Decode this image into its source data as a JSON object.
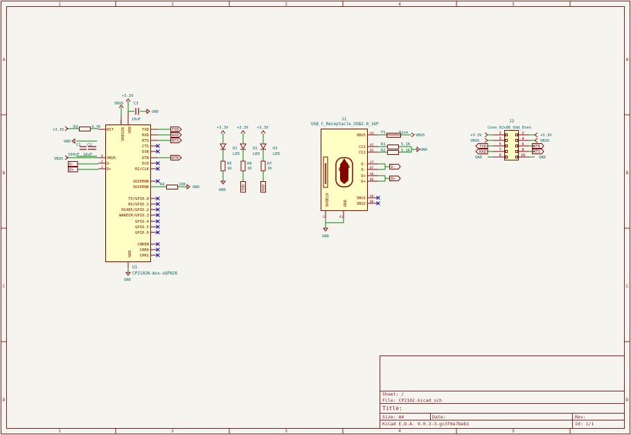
{
  "frame": {
    "columns": [
      "1",
      "2",
      "3",
      "4",
      "5"
    ],
    "rows": [
      "A",
      "B",
      "C",
      "D"
    ]
  },
  "title_block": {
    "sheet": "Sheet: /",
    "file": "File: CP2102.kicad_sch",
    "title": "Title:",
    "size": "Size: A4",
    "date": "Date:",
    "rev": "Rev:",
    "tool": "KiCad E.D.A. 9.0.3-3-gc3f6e7beb1",
    "id": "Id: 1/1"
  },
  "u1": {
    "ref": "U1",
    "value": "CP2102N-Axx-xQFN28",
    "top_pins": [
      "VREGIN",
      "VDD"
    ],
    "left_pins": [
      "RST",
      "VBUS",
      "D-",
      "D+"
    ],
    "left_pin_numbers": [
      "9",
      "8",
      "4",
      "3"
    ],
    "right_pins": [
      "TXD",
      "RXD",
      "RTS",
      "CTS",
      "DSR",
      "DTR",
      "DCD",
      "RI/CLK",
      "SUSPEND",
      "SUSPEND",
      "TX/GPIO.0",
      "RX/GPIO.1",
      "RS485/GPIO.2",
      "WAKEUP/GPIO.3",
      "GPIO.4",
      "GPIO.5",
      "GPIO.6",
      "CHREN",
      "CHR0",
      "CHR1"
    ],
    "gnd_pin": "GND"
  },
  "power": {
    "v33": "+3.3V",
    "vbus": "VBUS",
    "gnd": "GND"
  },
  "passives": {
    "c3": "C3",
    "c3_val": "10uF",
    "c1": "C1",
    "c1_val": "100nF",
    "c2": "C2",
    "c2_val": "10uF",
    "r3": "R3",
    "r3_val": "4.7K",
    "r4": "R4",
    "r4_val": "10K",
    "r5": "R5",
    "r6": "R6",
    "r7": "R7",
    "r_led_val": "1K",
    "d1": "D1",
    "d2": "D2",
    "d3": "D3",
    "led": "LED",
    "r1": "R1",
    "r2": "R2",
    "r12_val": "5.1K",
    "f1": "F1",
    "fuse": "Fuse"
  },
  "labels": {
    "txd": "TXD",
    "rxd": "RXD",
    "rts": "RTS",
    "dtr": "DTR",
    "dminus": "D-",
    "dplus": "D+"
  },
  "j1": {
    "ref": "J1",
    "value": "USB_C_Receptacle_USB2.0_16P",
    "pins_right": [
      "VBUS",
      "CC1",
      "CC2",
      "D-",
      "D-",
      "D+",
      "D+",
      "SBU1",
      "SBU2"
    ],
    "pin_numbers": [
      "A4",
      "A5",
      "B5",
      "A7",
      "B7",
      "A6",
      "B6",
      "A8",
      "B8"
    ],
    "shield": "SHIELD",
    "gnd": "GND",
    "s1": "S1",
    "a1": "A1"
  },
  "j2": {
    "ref": "J2",
    "value": "Conn_02x06_Odd_Even",
    "left_numbers": [
      "1",
      "3",
      "5",
      "7",
      "9"
    ],
    "right_numbers": [
      "2",
      "4",
      "6",
      "8",
      "10"
    ]
  },
  "colors": {
    "frame": "#8a1a1a",
    "wire": "#008400",
    "body": "#fffec5",
    "symbol": "#840000",
    "text": "#006464",
    "pin_text": "#840000",
    "noconnect": "#0000c8"
  }
}
